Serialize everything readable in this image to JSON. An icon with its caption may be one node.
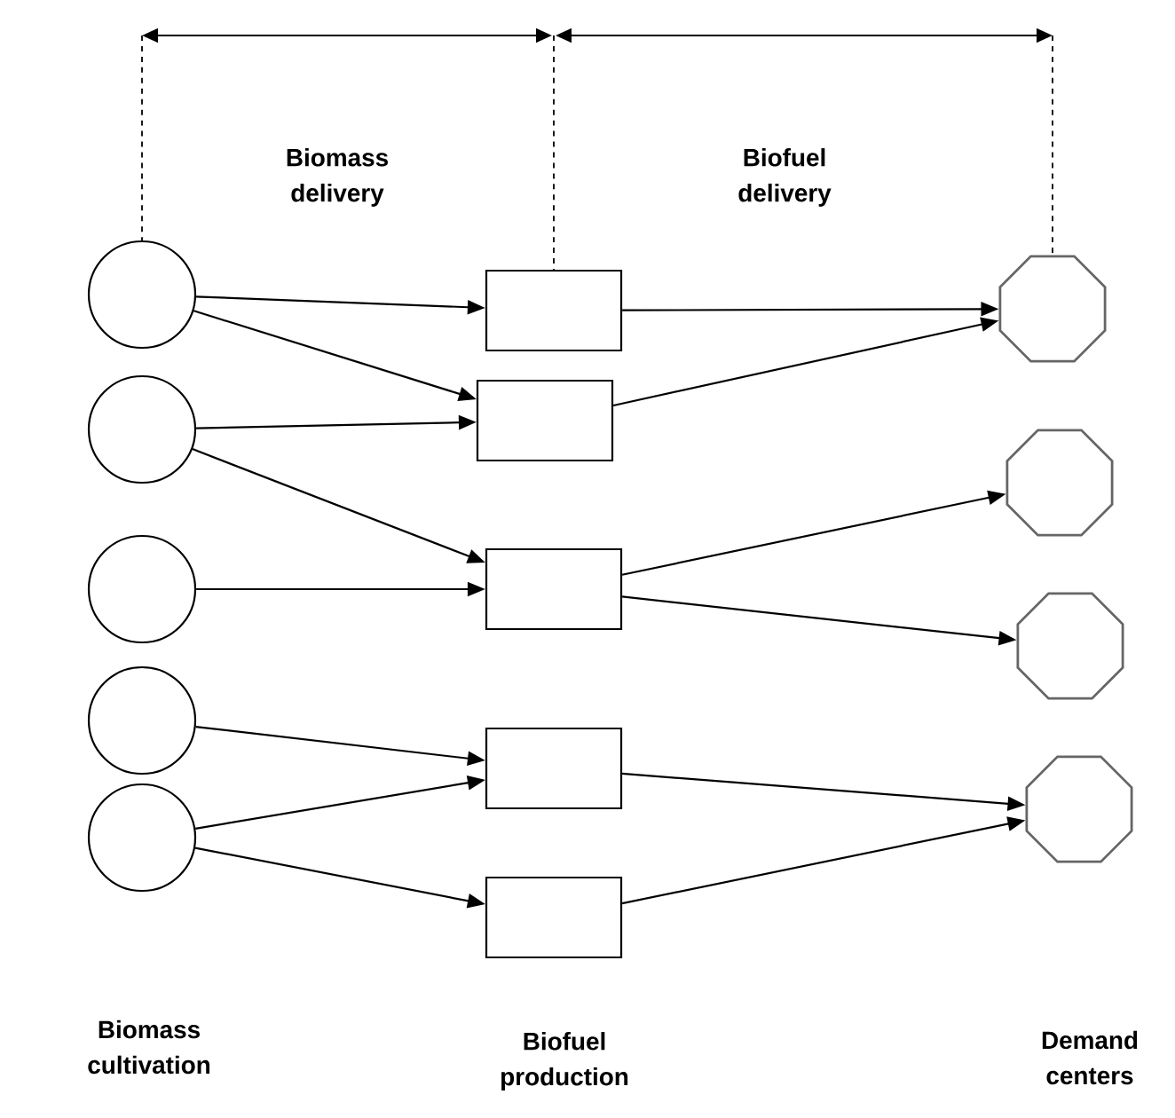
{
  "diagram": {
    "nodes": [
      {
        "text": [],
        "shape": "circle"
      },
      {
        "text": [],
        "shape": "circle"
      },
      {
        "text": [],
        "shape": "circle"
      },
      {
        "text": [],
        "shape": "circle"
      },
      {
        "text": [],
        "shape": "circle"
      },
      {
        "text": [],
        "shape": "box"
      },
      {
        "text": [],
        "shape": "box"
      },
      {
        "text": [],
        "shape": "box"
      },
      {
        "text": [],
        "shape": "box"
      },
      {
        "text": [],
        "shape": "box"
      },
      {
        "text": [],
        "shape": "octagon"
      },
      {
        "text": [],
        "shape": "octagon"
      },
      {
        "text": [],
        "shape": "octagon"
      },
      {
        "text": [],
        "shape": "octagon"
      }
    ],
    "edges": [
      {
        "from": 0,
        "to": 5,
        "arrow": "to"
      },
      {
        "from": 0,
        "to": 6,
        "arrow": "to"
      },
      {
        "from": 1,
        "to": 6,
        "arrow": "to"
      },
      {
        "from": 1,
        "to": 7,
        "arrow": "to"
      },
      {
        "from": 2,
        "to": 7,
        "arrow": "to"
      },
      {
        "from": 3,
        "to": 8,
        "arrow": "to"
      },
      {
        "from": 4,
        "to": 8,
        "arrow": "to"
      },
      {
        "from": 4,
        "to": 9,
        "arrow": "to"
      },
      {
        "from": 5,
        "to": 10,
        "arrow": "to"
      },
      {
        "from": 6,
        "to": 10,
        "arrow": "to"
      },
      {
        "from": 7,
        "to": 11,
        "arrow": "to"
      },
      {
        "from": 7,
        "to": 12,
        "arrow": "to"
      },
      {
        "from": 8,
        "to": 13,
        "arrow": "to"
      },
      {
        "from": 9,
        "to": 13,
        "arrow": "to"
      }
    ],
    "labels": [
      "Biomass delivery",
      "Biofuel delivery",
      "Biomass cultivation",
      "Biofuel production",
      "Demand centers"
    ]
  }
}
